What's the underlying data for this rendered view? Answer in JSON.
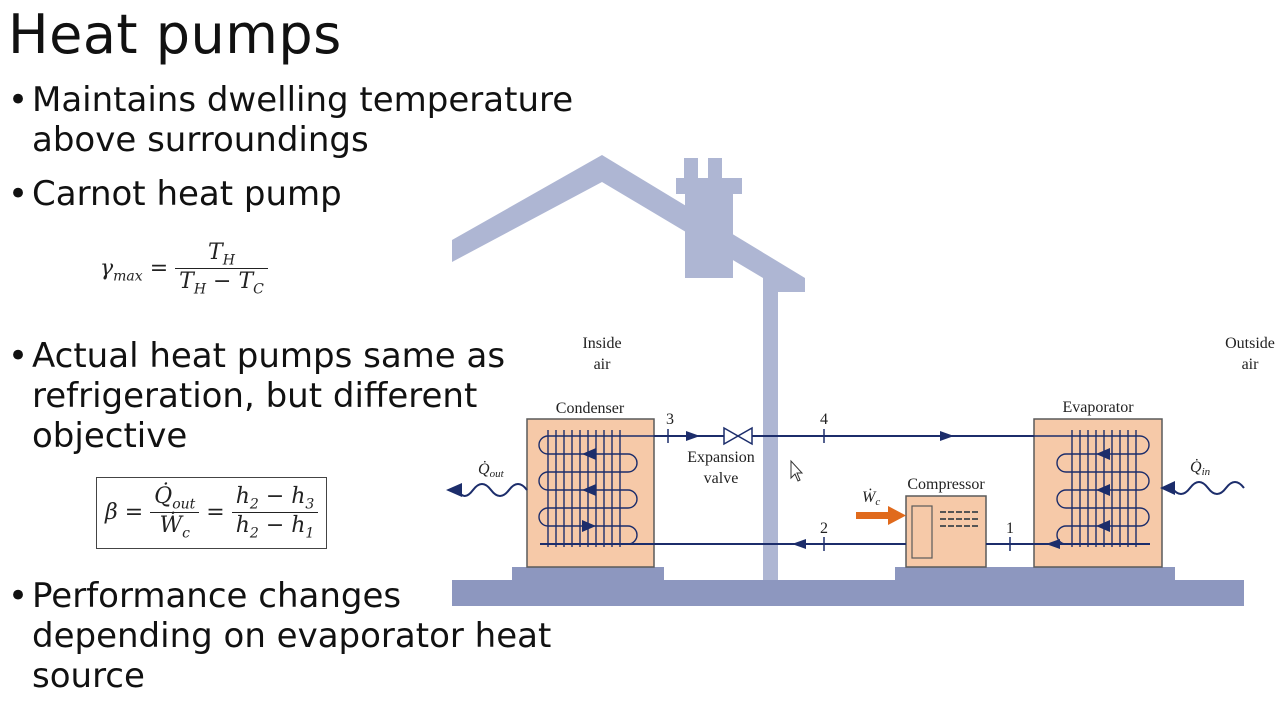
{
  "slide": {
    "title": "Heat pumps",
    "bullets": [
      {
        "lines": [
          "Maintains dwelling temperature",
          "above surroundings"
        ]
      },
      {
        "lines": [
          "Carnot heat pump"
        ]
      },
      {
        "lines": [
          "Actual heat pumps same as",
          "refrigeration, but different",
          "objective"
        ]
      },
      {
        "lines": [
          "Performance changes",
          "depending on evaporator heat",
          "source"
        ]
      }
    ],
    "bullet_char": "•",
    "eq_carnot": {
      "lhs": "γ",
      "lhs_sub": "max",
      "num": "T",
      "num_sub": "H",
      "den_a": "T",
      "den_a_sub": "H",
      "den_op": "−",
      "den_b": "T",
      "den_b_sub": "C"
    },
    "eq_cop": {
      "lhs": "β",
      "f1_num": "Q̇",
      "f1_num_sub": "out",
      "f1_den": "Ẇ",
      "f1_den_sub": "c",
      "f2_num_a": "h",
      "f2_num_a_sub": "2",
      "f2_num_op": "−",
      "f2_num_b": "h",
      "f2_num_b_sub": "3",
      "f2_den_a": "h",
      "f2_den_a_sub": "2",
      "f2_den_op": "−",
      "f2_den_b": "h",
      "f2_den_b_sub": "1"
    }
  },
  "diagram": {
    "inside_air": [
      "Inside",
      "air"
    ],
    "outside_air": [
      "Outside",
      "air"
    ],
    "condenser": "Condenser",
    "evaporator": "Evaporator",
    "compressor": "Compressor",
    "expansion_valve": [
      "Expansion",
      "valve"
    ],
    "q_out": "Q̇",
    "q_out_sub": "out",
    "q_in": "Q̇",
    "q_in_sub": "in",
    "w_c": "Ẇ",
    "w_c_sub": "c",
    "states": [
      "1",
      "2",
      "3",
      "4"
    ],
    "colors": {
      "house": "#aeb6d3",
      "unit_fill": "#f6c9a8",
      "pipe": "#1c2d6b",
      "ground": "#8d97bf",
      "work_arrow": "#e06a1c"
    }
  }
}
